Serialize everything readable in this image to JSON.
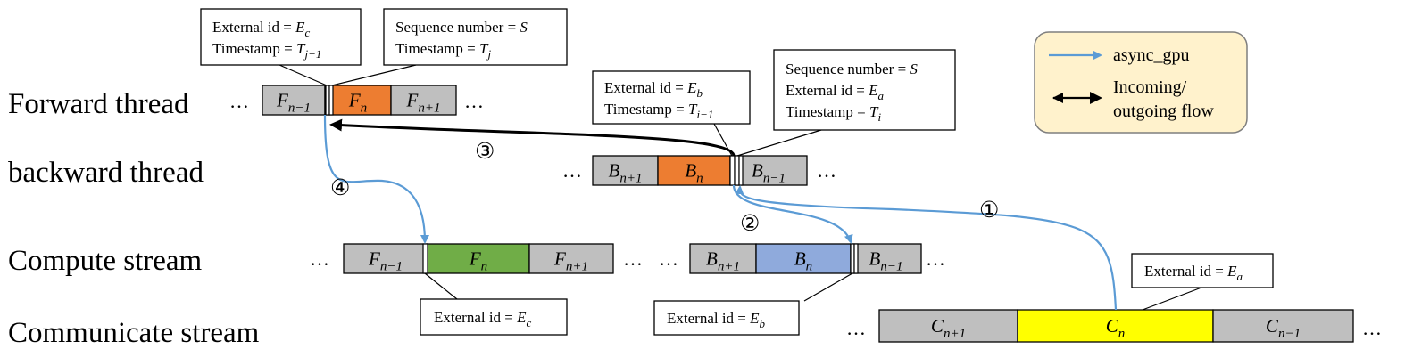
{
  "lanes": {
    "forward": "Forward thread",
    "backward": "backward thread",
    "compute": "Compute stream",
    "communicate": "Communicate stream"
  },
  "segments": {
    "forward": [
      {
        "base": "F",
        "sub": "n−1",
        "fill": "#bfbfbf"
      },
      {
        "base": "F",
        "sub": "n",
        "fill": "#ed7d31"
      },
      {
        "base": "F",
        "sub": "n+1",
        "fill": "#bfbfbf"
      }
    ],
    "backward": [
      {
        "base": "B",
        "sub": "n+1",
        "fill": "#bfbfbf"
      },
      {
        "base": "B",
        "sub": "n",
        "fill": "#ed7d31"
      },
      {
        "base": "B",
        "sub": "n−1",
        "fill": "#bfbfbf"
      }
    ],
    "compute_f": [
      {
        "base": "F",
        "sub": "n−1",
        "fill": "#bfbfbf"
      },
      {
        "base": "F",
        "sub": "n",
        "fill": "#70ad47"
      },
      {
        "base": "F",
        "sub": "n+1",
        "fill": "#bfbfbf"
      }
    ],
    "compute_b": [
      {
        "base": "B",
        "sub": "n+1",
        "fill": "#bfbfbf"
      },
      {
        "base": "B",
        "sub": "n",
        "fill": "#8faadc"
      },
      {
        "base": "B",
        "sub": "n−1",
        "fill": "#bfbfbf"
      }
    ],
    "communicate": [
      {
        "base": "C",
        "sub": "n+1",
        "fill": "#bfbfbf"
      },
      {
        "base": "C",
        "sub": "n",
        "fill": "#ffff00"
      },
      {
        "base": "C",
        "sub": "n−1",
        "fill": "#bfbfbf"
      }
    ]
  },
  "ellipsis": "…",
  "callouts": {
    "fwd_left": [
      {
        "text": "External id = ",
        "var": "E",
        "sub": "c"
      },
      {
        "text": "Timestamp = ",
        "var": "T",
        "sub": "j−1"
      }
    ],
    "fwd_right": [
      {
        "text": "Sequence number = ",
        "var": "S",
        "sub": ""
      },
      {
        "text": "Timestamp = ",
        "var": "T",
        "sub": "j"
      }
    ],
    "bwd_left": [
      {
        "text": "External id = ",
        "var": "E",
        "sub": "b"
      },
      {
        "text": "Timestamp = ",
        "var": "T",
        "sub": "i−1"
      }
    ],
    "bwd_right": [
      {
        "text": "Sequence number = ",
        "var": "S",
        "sub": ""
      },
      {
        "text": "External id = ",
        "var": "E",
        "sub": "a"
      },
      {
        "text": "Timestamp = ",
        "var": "T",
        "sub": "i"
      }
    ],
    "compute_f": [
      {
        "text": "External id = ",
        "var": "E",
        "sub": "c"
      }
    ],
    "compute_b": [
      {
        "text": "External id = ",
        "var": "E",
        "sub": "b"
      }
    ],
    "communicate": [
      {
        "text": "External id = ",
        "var": "E",
        "sub": "a"
      }
    ]
  },
  "steps": [
    "①",
    "②",
    "③",
    "④"
  ],
  "legend": {
    "async_label": "async_gpu",
    "flow_label_1": "Incoming/",
    "flow_label_2": "outgoing flow",
    "bg": "#fff2cc",
    "border": "#7f7f7f"
  },
  "colors": {
    "async": "#5b9bd5",
    "flow": "#000000"
  }
}
